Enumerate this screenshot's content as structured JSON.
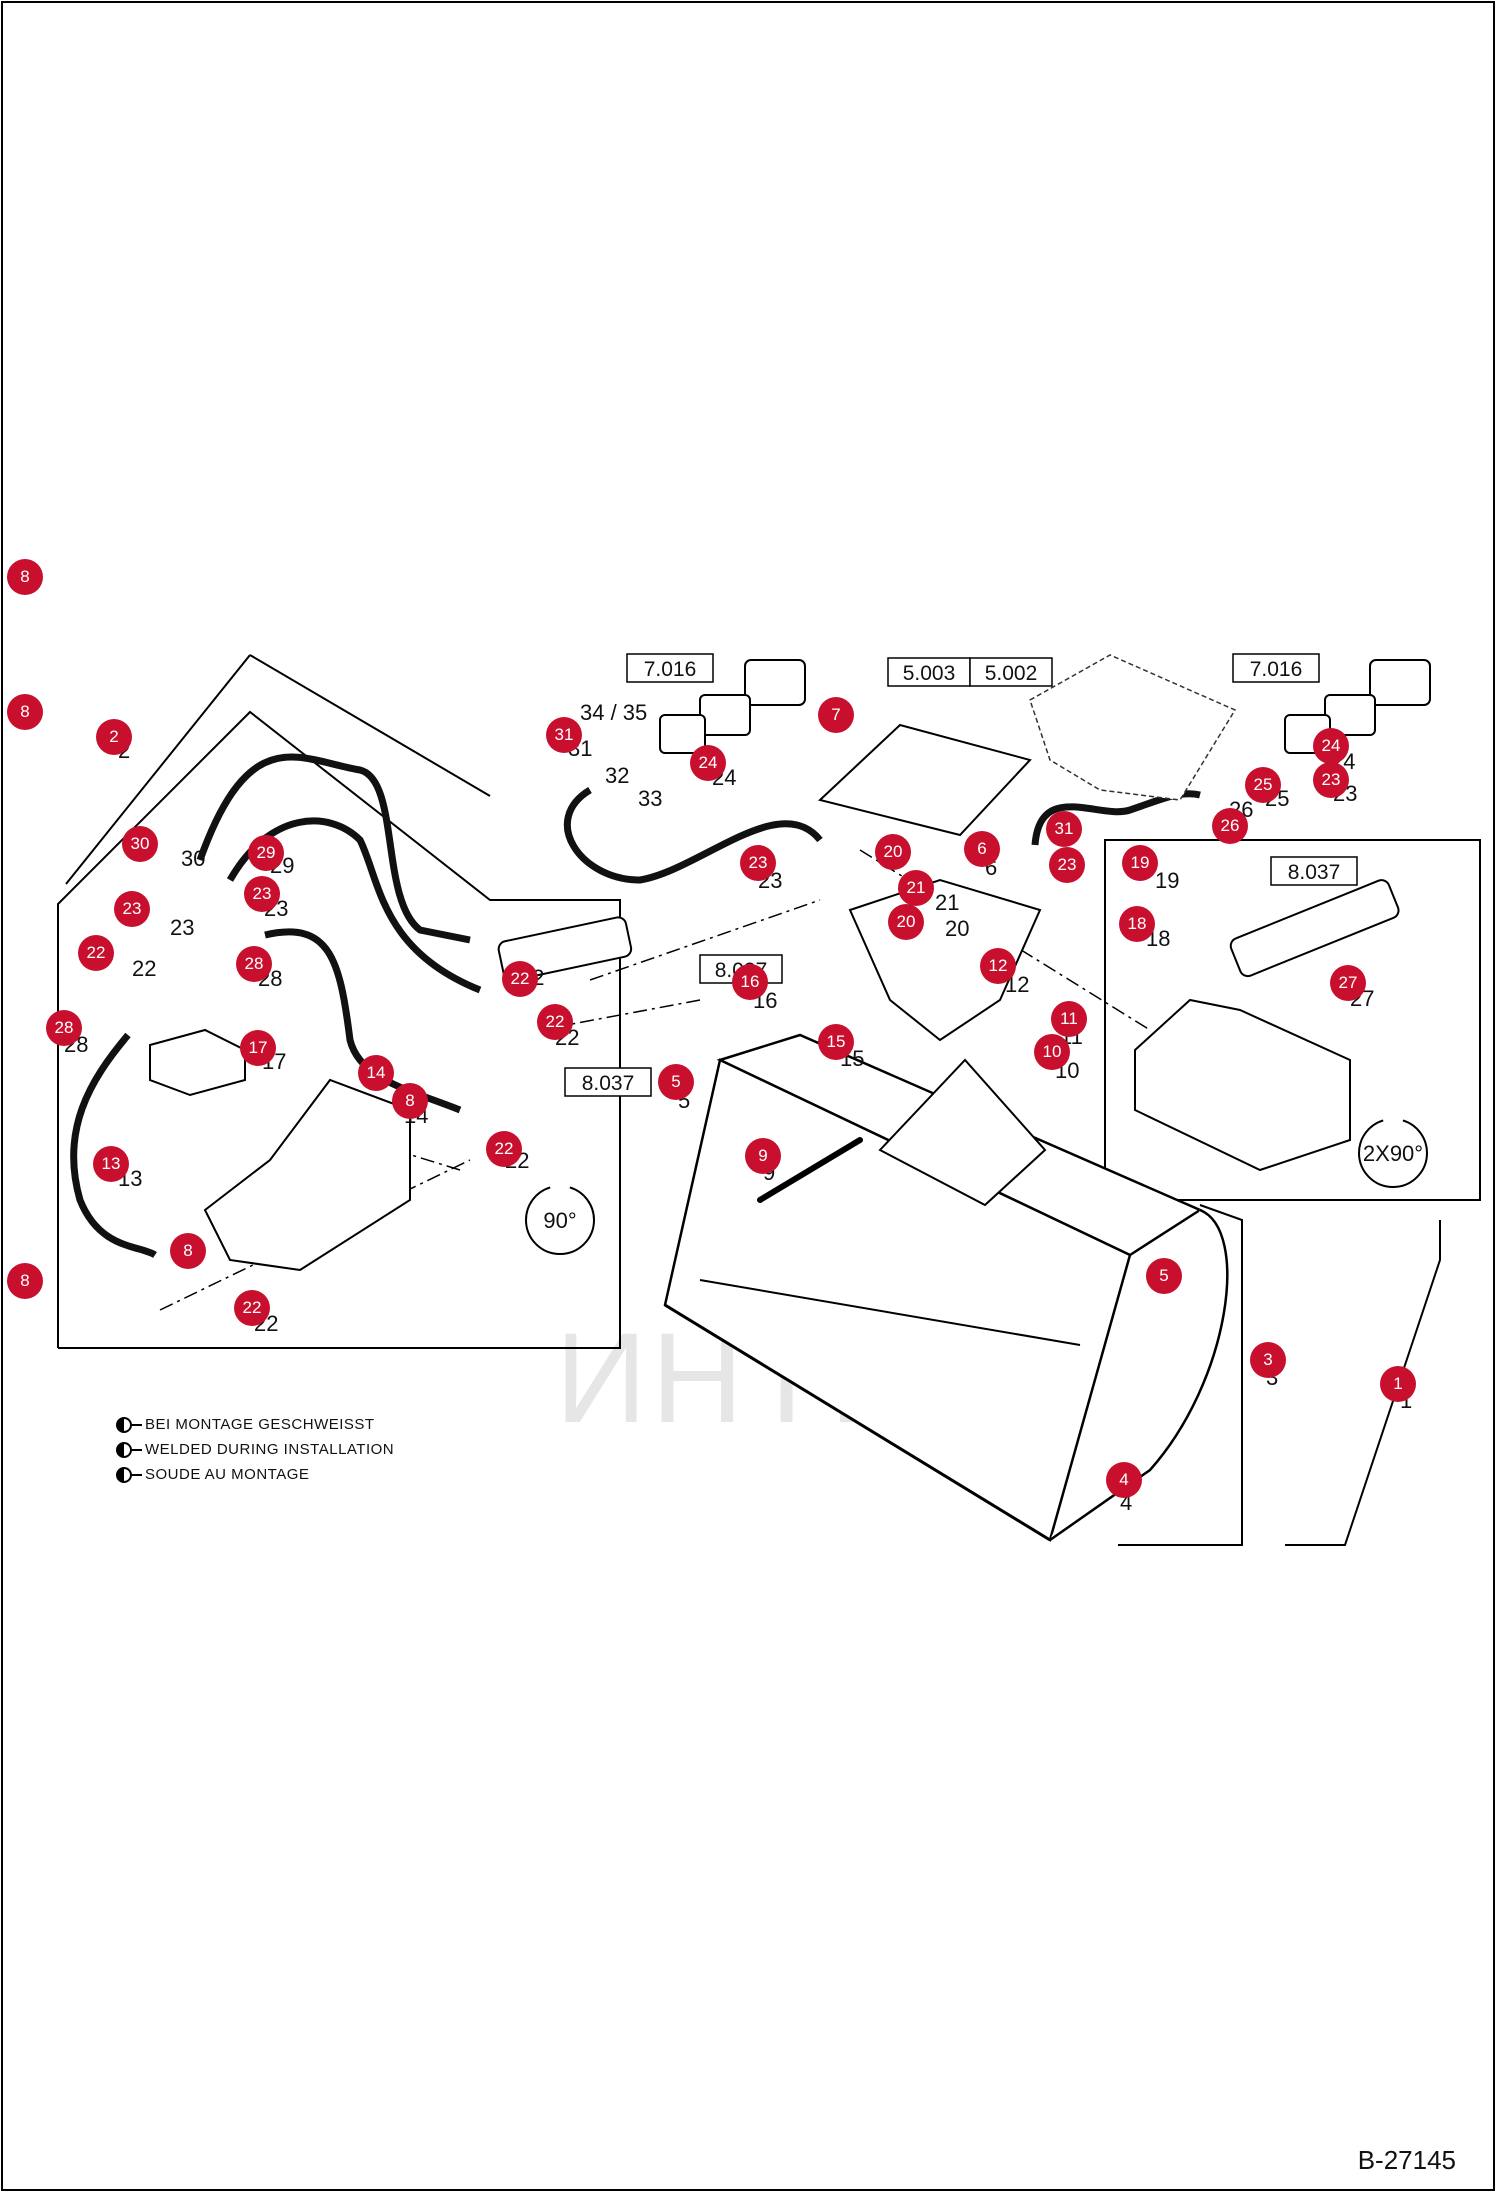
{
  "document_id": "B-27145",
  "watermark_text": "ИНТЕХ",
  "legend": [
    {
      "text": "BEI MONTAGE GESCHWEISST"
    },
    {
      "text": "WELDED DURING INSTALLATION"
    },
    {
      "text": "SOUDE AU MONTAGE"
    }
  ],
  "rotation_labels": [
    "90°",
    "2X90°"
  ],
  "boxed_refs": [
    "7.016",
    "5.003",
    "5.002",
    "7.016",
    "8.037",
    "8.037",
    "8.037"
  ],
  "part_labels": [
    "34 / 35",
    "31",
    "32",
    "33",
    "24",
    "23",
    "24",
    "26",
    "25",
    "23",
    "21",
    "20",
    "20",
    "12",
    "11",
    "10",
    "15",
    "16",
    "19",
    "18",
    "27",
    "30",
    "29",
    "23",
    "23",
    "22",
    "28",
    "22",
    "22",
    "22",
    "28",
    "17",
    "14",
    "13",
    "22",
    "2",
    "1",
    "3",
    "4",
    "5",
    "6",
    "9"
  ],
  "callouts": [
    "8",
    "8",
    "8",
    "2",
    "30",
    "29",
    "23",
    "23",
    "22",
    "28",
    "28",
    "17",
    "14",
    "8",
    "13",
    "8",
    "22",
    "22",
    "22",
    "22",
    "31",
    "24",
    "7",
    "23",
    "20",
    "21",
    "20",
    "16",
    "15",
    "6",
    "12",
    "11",
    "10",
    "31",
    "23",
    "24",
    "26",
    "25",
    "23",
    "19",
    "18",
    "27",
    "5",
    "9",
    "5",
    "3",
    "1",
    "4"
  ],
  "colors": {
    "callout": "#c8102e",
    "line": "#000000",
    "watermark": "#e6e6e6"
  }
}
